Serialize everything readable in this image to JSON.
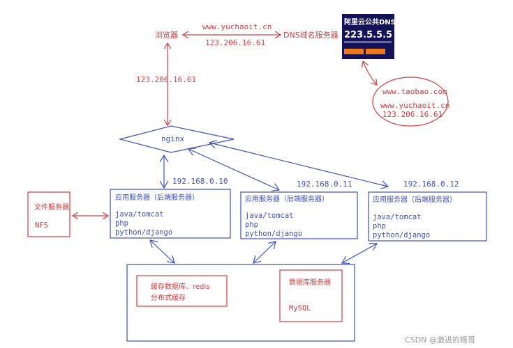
{
  "colors": {
    "red": "#d63b3f",
    "blue": "#3d50c3",
    "dns_card_bg": "#13135a",
    "dns_button": "#f07a18",
    "watermark": "#9a9a9a"
  },
  "browser": {
    "label": "浏览器"
  },
  "dns_server": {
    "label": "DNS域名服务器"
  },
  "browser_dns_link": {
    "domain": "www.yuchaoit.cn",
    "ip": "123.206.16.61"
  },
  "browser_nginx_link": {
    "ip": "123.206.16.61"
  },
  "dns_card": {
    "title": "阿里云公共DNS",
    "ip": "223.5.5.5"
  },
  "dns_records": {
    "line1": "www.taobao.com",
    "line2": "www.yuchaoit.cn",
    "line3": "123.206.16.61"
  },
  "nginx": {
    "label": "nginx"
  },
  "app_servers": [
    {
      "ip": "192.168.0.10",
      "title": "应用服务器（后端服务器）",
      "stack": [
        "java/tomcat",
        "php",
        "python/django"
      ]
    },
    {
      "ip": "192.168.0.11",
      "title": "应用服务器（后端服务器）",
      "stack": [
        "java/tomcat",
        "php",
        "python/django"
      ]
    },
    {
      "ip": "192.168.0.12",
      "title": "应用服务器（后端服务器）",
      "stack": [
        "java/tomcat",
        "php",
        "python/django"
      ]
    }
  ],
  "file_server": {
    "title": "文件服务器",
    "type": "NFS"
  },
  "cache": {
    "line1": "缓存数据库、redis",
    "line2": "分布式缓存"
  },
  "database": {
    "title": "数据库服务器",
    "type": "MySQL"
  },
  "watermark": "CSDN @激进的猴哥"
}
